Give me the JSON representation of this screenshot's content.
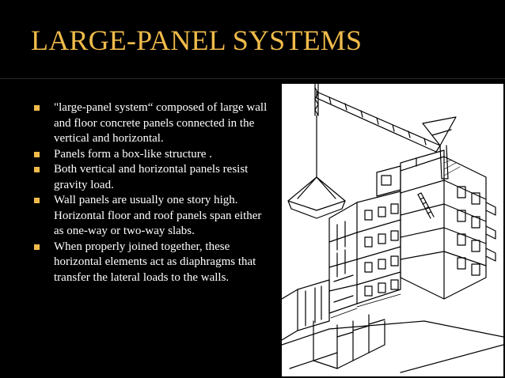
{
  "slide": {
    "title": "LARGE-PANEL SYSTEMS",
    "accent_color": "#f0bb4b",
    "background_color": "#000000",
    "text_color": "#ffffff"
  },
  "bullets": [
    {
      "text": " \"large-panel system“  composed of large wall and floor concrete panels connected in the vertical and horizontal."
    },
    {
      "text": "Panels form a box-like structure ."
    },
    {
      "text": "Both vertical and horizontal panels resist gravity load."
    },
    {
      "text": "Wall panels are usually one story high. Horizontal floor and roof panels span either as one-way or two-way slabs."
    },
    {
      "text": "When properly joined together, these horizontal elements act as diaphragms that transfer the lateral loads to the walls."
    }
  ],
  "figure": {
    "icon": "large-panel-building-with-crane-illustration"
  }
}
